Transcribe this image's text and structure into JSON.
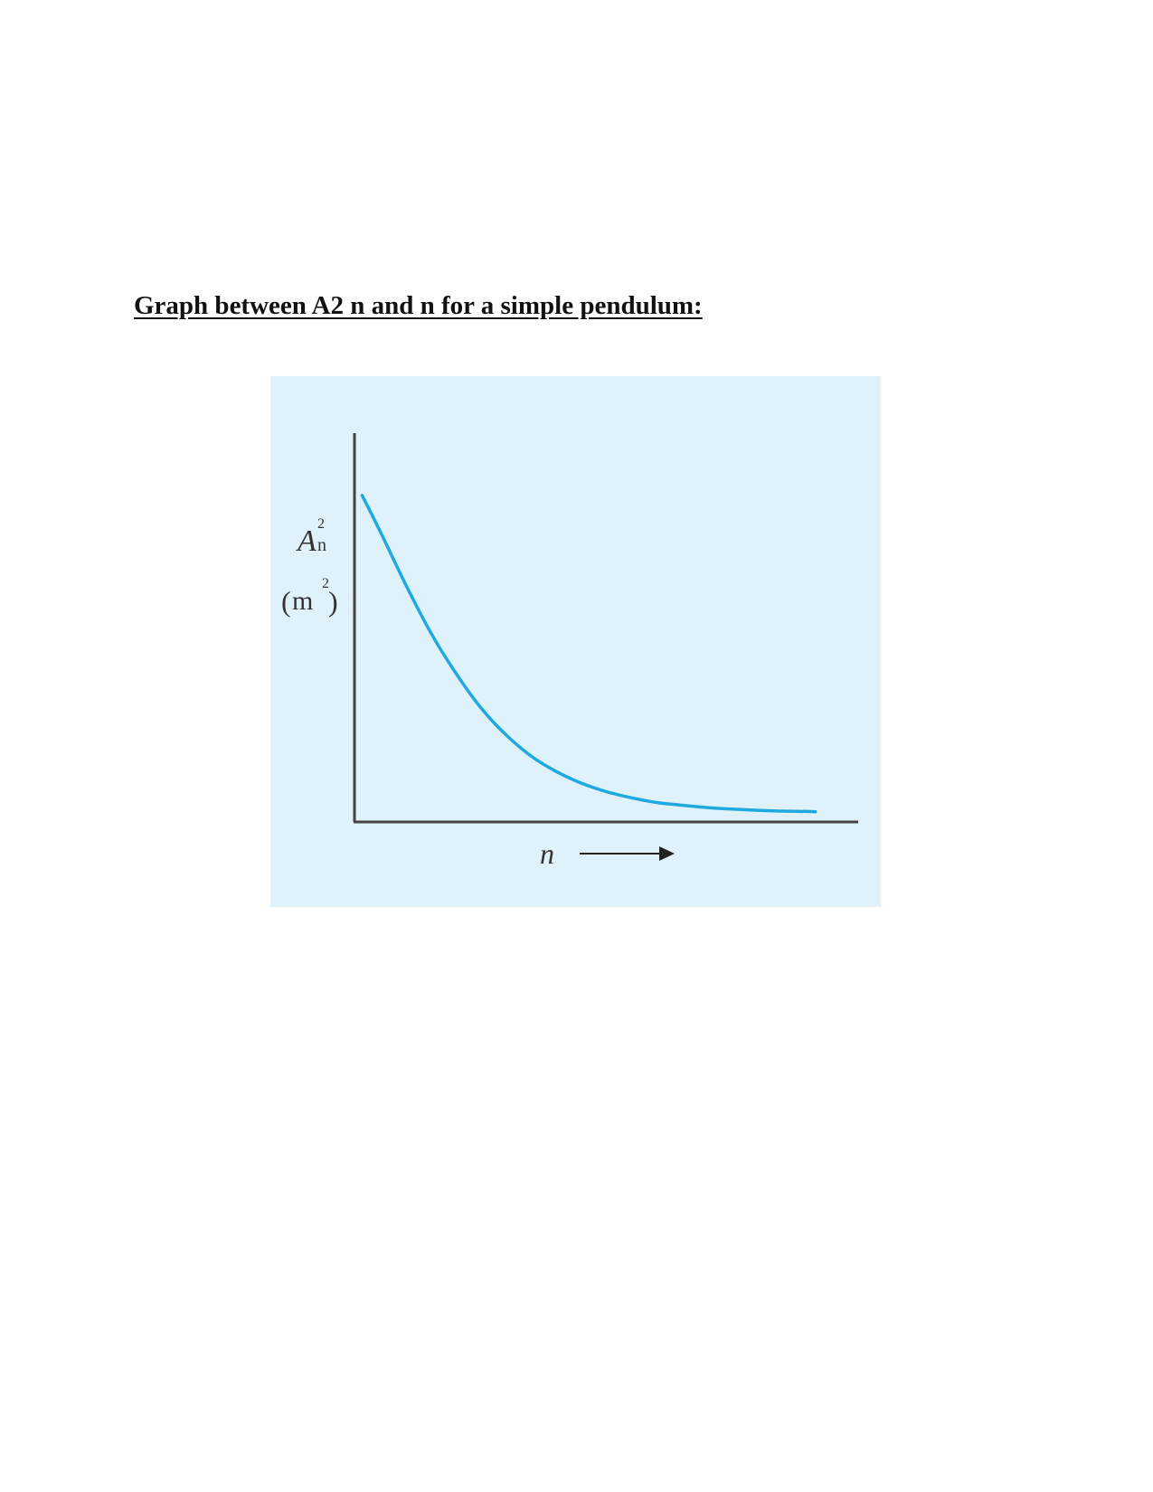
{
  "heading": "Graph between A2 n and n for a simple pendulum:",
  "chart_data": {
    "type": "line",
    "ylabel_base": "A",
    "ylabel_sup": "2",
    "ylabel_sub": "n",
    "yunit_base": "m",
    "yunit_sup": "2",
    "xlabel": "n",
    "grid": false,
    "legend": false,
    "xlim": [
      0,
      10
    ],
    "ylim": [
      0,
      10
    ],
    "series": [
      {
        "color": "#1fa9e1",
        "x": [
          0.15,
          0.5,
          1.0,
          1.5,
          2.0,
          2.5,
          3.0,
          3.5,
          4.0,
          4.5,
          5.0,
          5.5,
          6.0,
          6.5,
          7.0,
          7.5,
          8.0,
          8.5,
          9.0,
          9.15
        ],
        "values": [
          8.4,
          7.5,
          6.15,
          4.9,
          3.85,
          2.95,
          2.25,
          1.7,
          1.3,
          1.0,
          0.78,
          0.62,
          0.5,
          0.43,
          0.37,
          0.33,
          0.3,
          0.28,
          0.27,
          0.26
        ]
      }
    ]
  },
  "colors": {
    "panel_background": "#dff2fa",
    "axis": "#444444",
    "curve": "#1fa9e1"
  }
}
